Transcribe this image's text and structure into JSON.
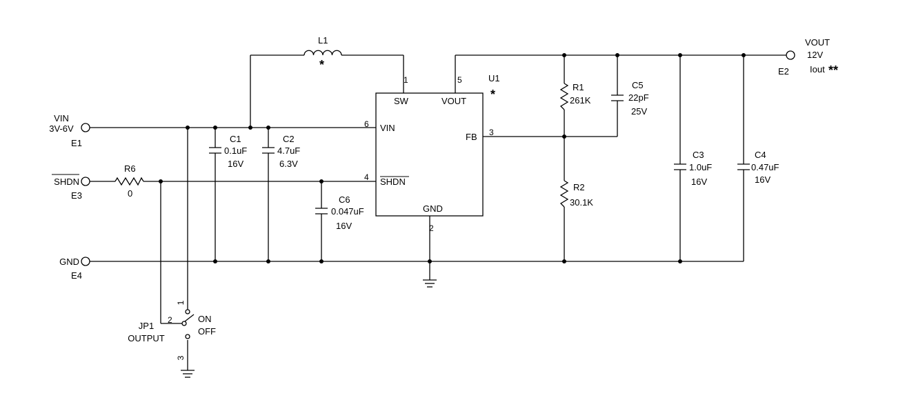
{
  "terminals": {
    "vin": {
      "name": "VIN",
      "range": "3V-6V",
      "ref": "E1"
    },
    "shdn": {
      "name": "SHDN",
      "ref": "E3"
    },
    "gnd": {
      "name": "GND",
      "ref": "E4"
    },
    "vout": {
      "name": "VOUT",
      "voltage": "12V",
      "iout": "Iout",
      "iout_mark": "**",
      "ref": "E2"
    }
  },
  "inductor": {
    "ref": "L1",
    "mark": "*"
  },
  "ic": {
    "ref": "U1",
    "mark": "*",
    "pins": {
      "sw": {
        "name": "SW",
        "num": "1"
      },
      "vout": {
        "name": "VOUT",
        "num": "5"
      },
      "vin": {
        "name": "VIN",
        "num": "6"
      },
      "fb": {
        "name": "FB",
        "num": "3"
      },
      "shdn": {
        "name": "SHDN",
        "num": "4"
      },
      "gnd": {
        "name": "GND",
        "num": "2"
      }
    }
  },
  "capacitors": {
    "c1": {
      "ref": "C1",
      "value": "0.1uF",
      "voltage": "16V"
    },
    "c2": {
      "ref": "C2",
      "value": "4.7uF",
      "voltage": "6.3V"
    },
    "c3": {
      "ref": "C3",
      "value": "1.0uF",
      "voltage": "16V"
    },
    "c4": {
      "ref": "C4",
      "value": "0.47uF",
      "voltage": "16V"
    },
    "c5": {
      "ref": "C5",
      "value": "22pF",
      "voltage": "25V"
    },
    "c6": {
      "ref": "C6",
      "value": "0.047uF",
      "voltage": "16V"
    }
  },
  "resistors": {
    "r1": {
      "ref": "R1",
      "value": "261K"
    },
    "r2": {
      "ref": "R2",
      "value": "30.1K"
    },
    "r6": {
      "ref": "R6",
      "value": "0"
    }
  },
  "jumper": {
    "ref": "JP1",
    "name": "OUTPUT",
    "on_label": "ON",
    "off_label": "OFF",
    "pin1": "1",
    "pin2": "2",
    "pin3": "3"
  }
}
